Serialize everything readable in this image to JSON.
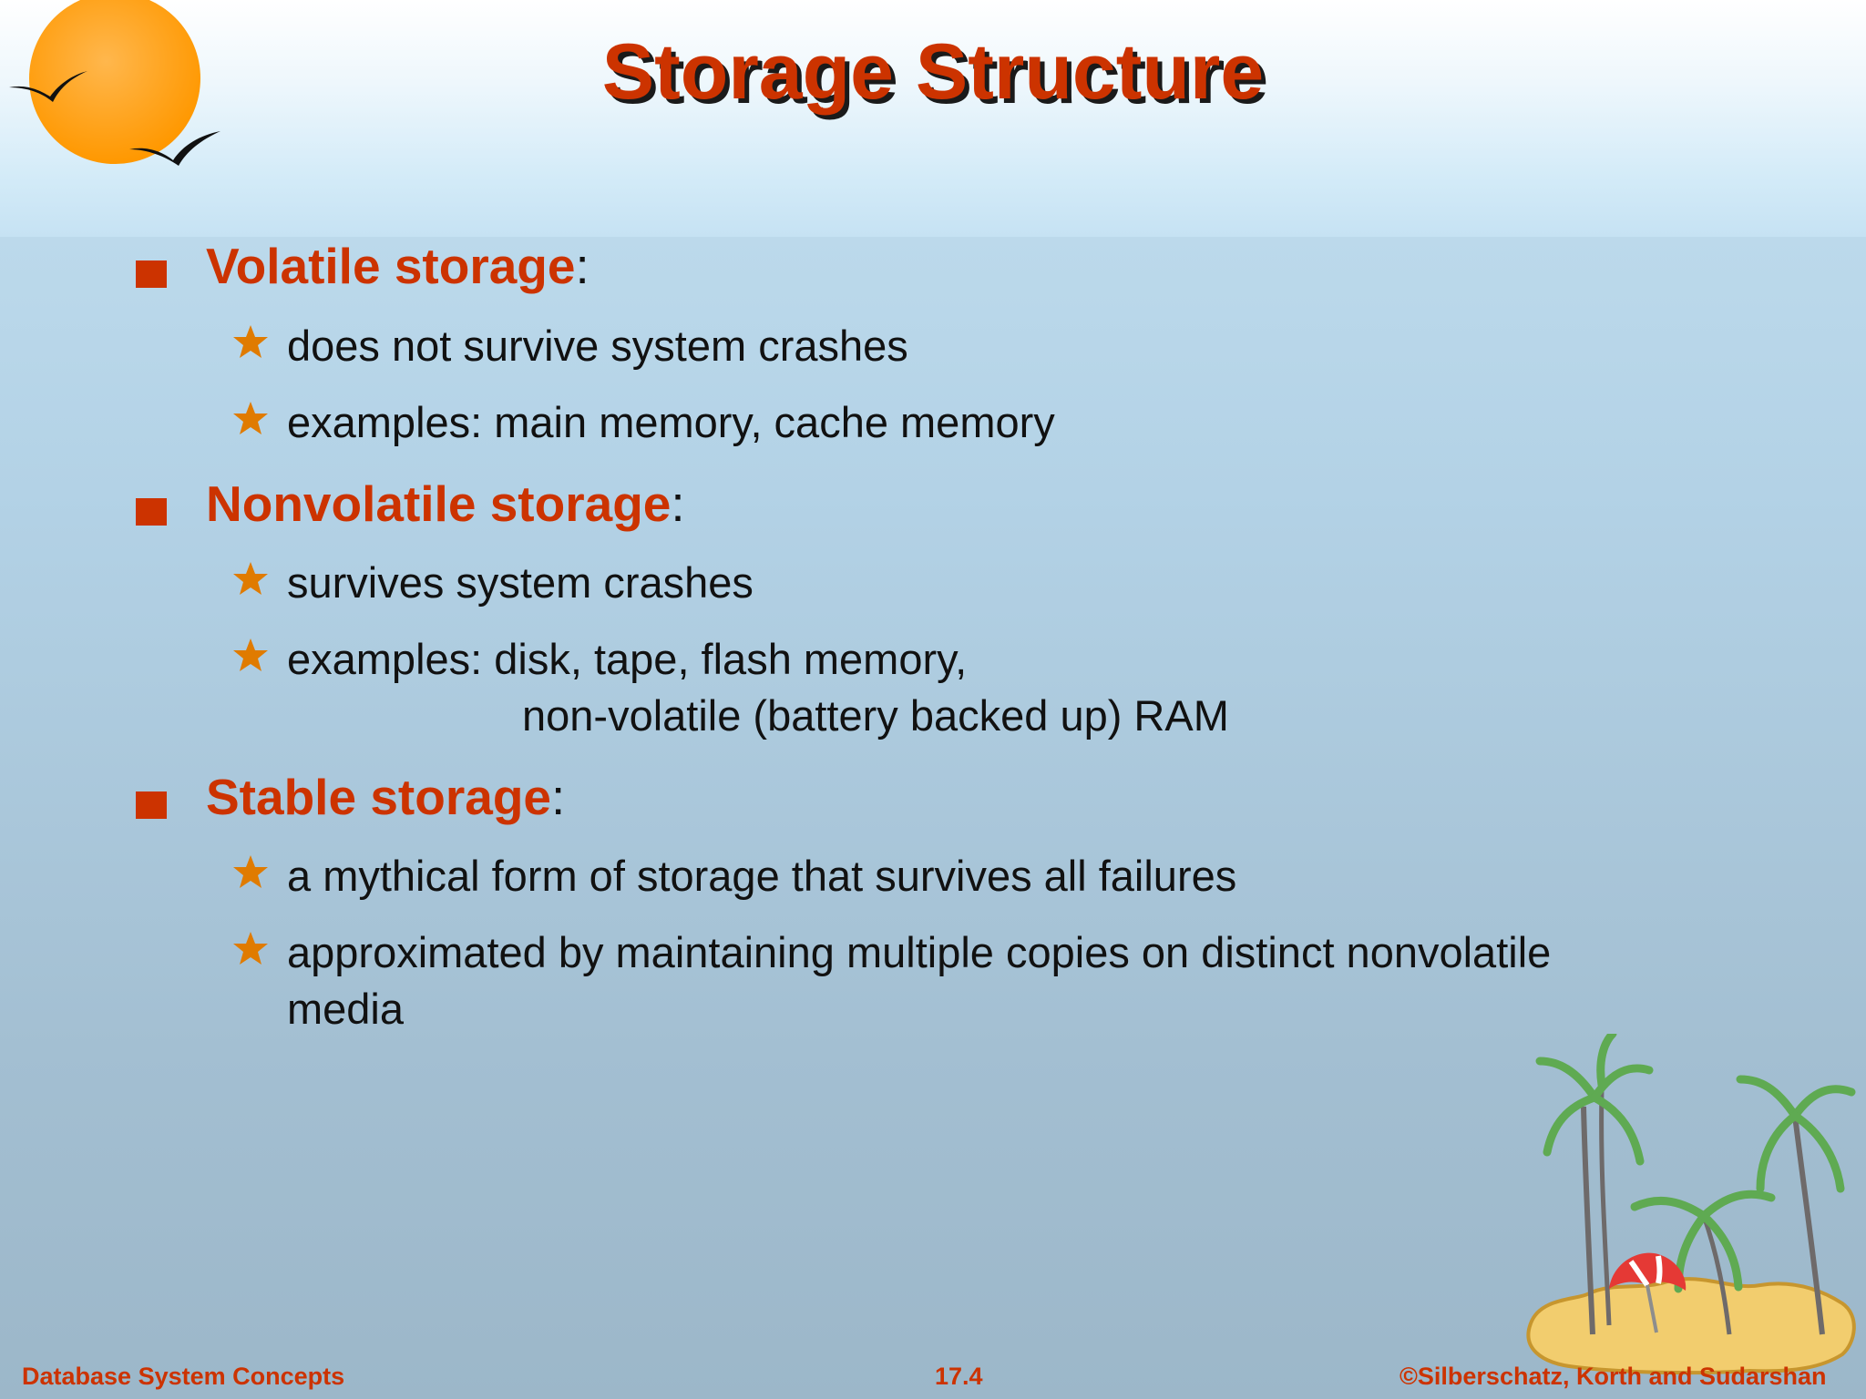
{
  "title": "Storage Structure",
  "colors": {
    "accent": "#cc3300",
    "star": "#e07b00",
    "text": "#111111",
    "sun": "#ffa726"
  },
  "bullets": [
    {
      "term": "Volatile storage",
      "suffix": ":",
      "subs": [
        {
          "lines": [
            "does not survive system crashes"
          ]
        },
        {
          "lines": [
            "examples: main memory, cache memory"
          ]
        }
      ]
    },
    {
      "term": "Nonvolatile storage",
      "suffix": ":",
      "subs": [
        {
          "lines": [
            "survives system crashes"
          ]
        },
        {
          "lines": [
            "examples: disk, tape, flash memory,",
            "non-volatile (battery backed up) RAM"
          ]
        }
      ]
    },
    {
      "term": "Stable storage",
      "suffix": ":",
      "subs": [
        {
          "lines": [
            "a mythical form of storage that survives all failures"
          ]
        },
        {
          "lines": [
            "approximated by maintaining multiple copies on distinct nonvolatile",
            "media"
          ]
        }
      ]
    }
  ],
  "icons": {
    "bullet1": "square-bullet-icon",
    "bullet2": "star-bullet-icon",
    "decor_top": "sun-with-birds-icon",
    "decor_bottom": "palm-island-icon"
  },
  "footer": {
    "left": "Database System Concepts",
    "center": "17.4",
    "right": "©Silberschatz, Korth and Sudarshan"
  }
}
